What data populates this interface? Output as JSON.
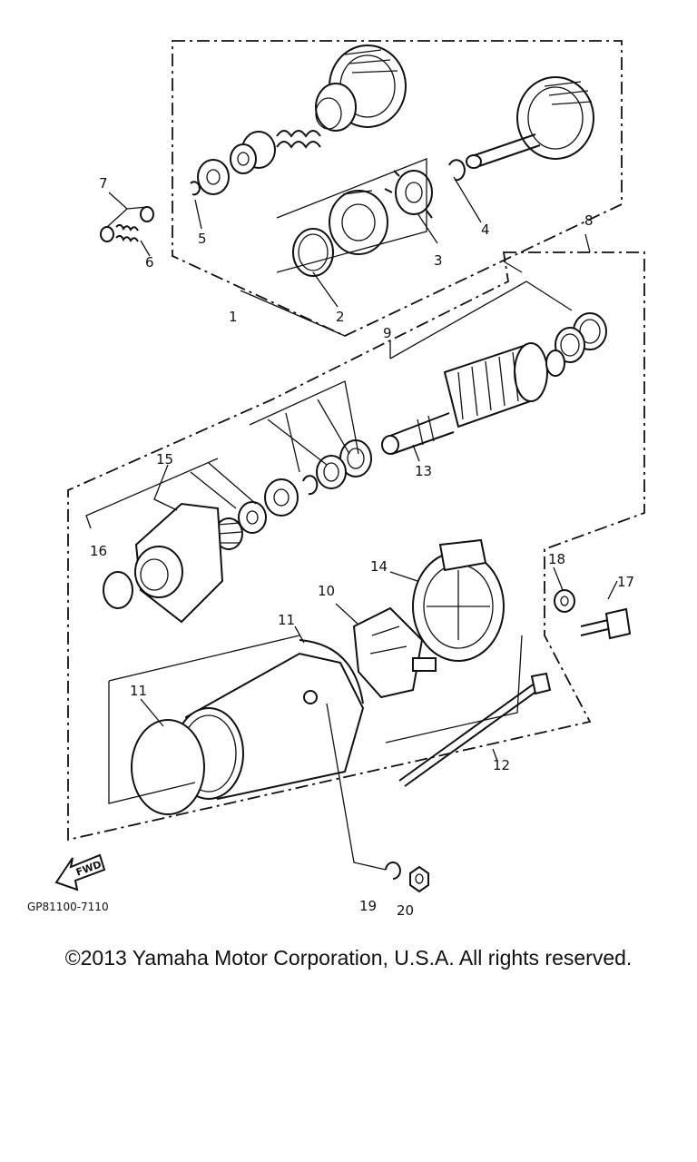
{
  "diagram": {
    "drawing_code": "GP81100-7110",
    "fwd_label": "FWD",
    "part_numbers": [
      "1",
      "2",
      "3",
      "4",
      "5",
      "6",
      "7",
      "8",
      "9",
      "10",
      "11",
      "11",
      "12",
      "13",
      "14",
      "15",
      "16",
      "17",
      "18",
      "19",
      "20"
    ]
  },
  "footer": {
    "copyright": "©2013 Yamaha Motor Corporation, U.S.A. All rights reserved."
  },
  "colors": {
    "ink": "#111111",
    "background": "#ffffff"
  }
}
